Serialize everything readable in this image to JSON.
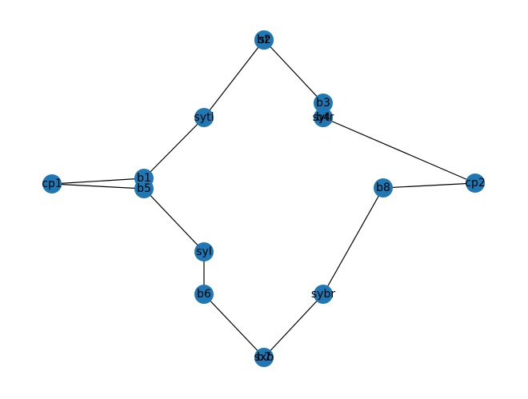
{
  "graph": {
    "node_color": "#1f77b4",
    "edge_color": "#000000",
    "label_color": "#000000",
    "nodes": [
      {
        "id": "b2",
        "label": "b2"
      },
      {
        "id": "st",
        "label": "st"
      },
      {
        "id": "sytl",
        "label": "sytl"
      },
      {
        "id": "b3",
        "label": "b3"
      },
      {
        "id": "b4",
        "label": "b4"
      },
      {
        "id": "sytr",
        "label": "sytr"
      },
      {
        "id": "cp1",
        "label": "cp1"
      },
      {
        "id": "b1",
        "label": "b1"
      },
      {
        "id": "b5",
        "label": "b5"
      },
      {
        "id": "b8",
        "label": "b8"
      },
      {
        "id": "cp2",
        "label": "cp2"
      },
      {
        "id": "syl",
        "label": "syl"
      },
      {
        "id": "b6",
        "label": "b6"
      },
      {
        "id": "sybr",
        "label": "sybr"
      },
      {
        "id": "b7",
        "label": "b7"
      },
      {
        "id": "sxb",
        "label": "sxb"
      }
    ],
    "edges": [
      [
        "b2",
        "sytl"
      ],
      [
        "st",
        "b3"
      ],
      [
        "sytl",
        "b1"
      ],
      [
        "b1",
        "cp1"
      ],
      [
        "cp1",
        "b5"
      ],
      [
        "b5",
        "syl"
      ],
      [
        "syl",
        "b6"
      ],
      [
        "b6",
        "b7"
      ],
      [
        "sxb",
        "sybr"
      ],
      [
        "sybr",
        "b8"
      ],
      [
        "b8",
        "cp2"
      ],
      [
        "cp2",
        "sytr"
      ],
      [
        "b3",
        "b4"
      ]
    ]
  }
}
